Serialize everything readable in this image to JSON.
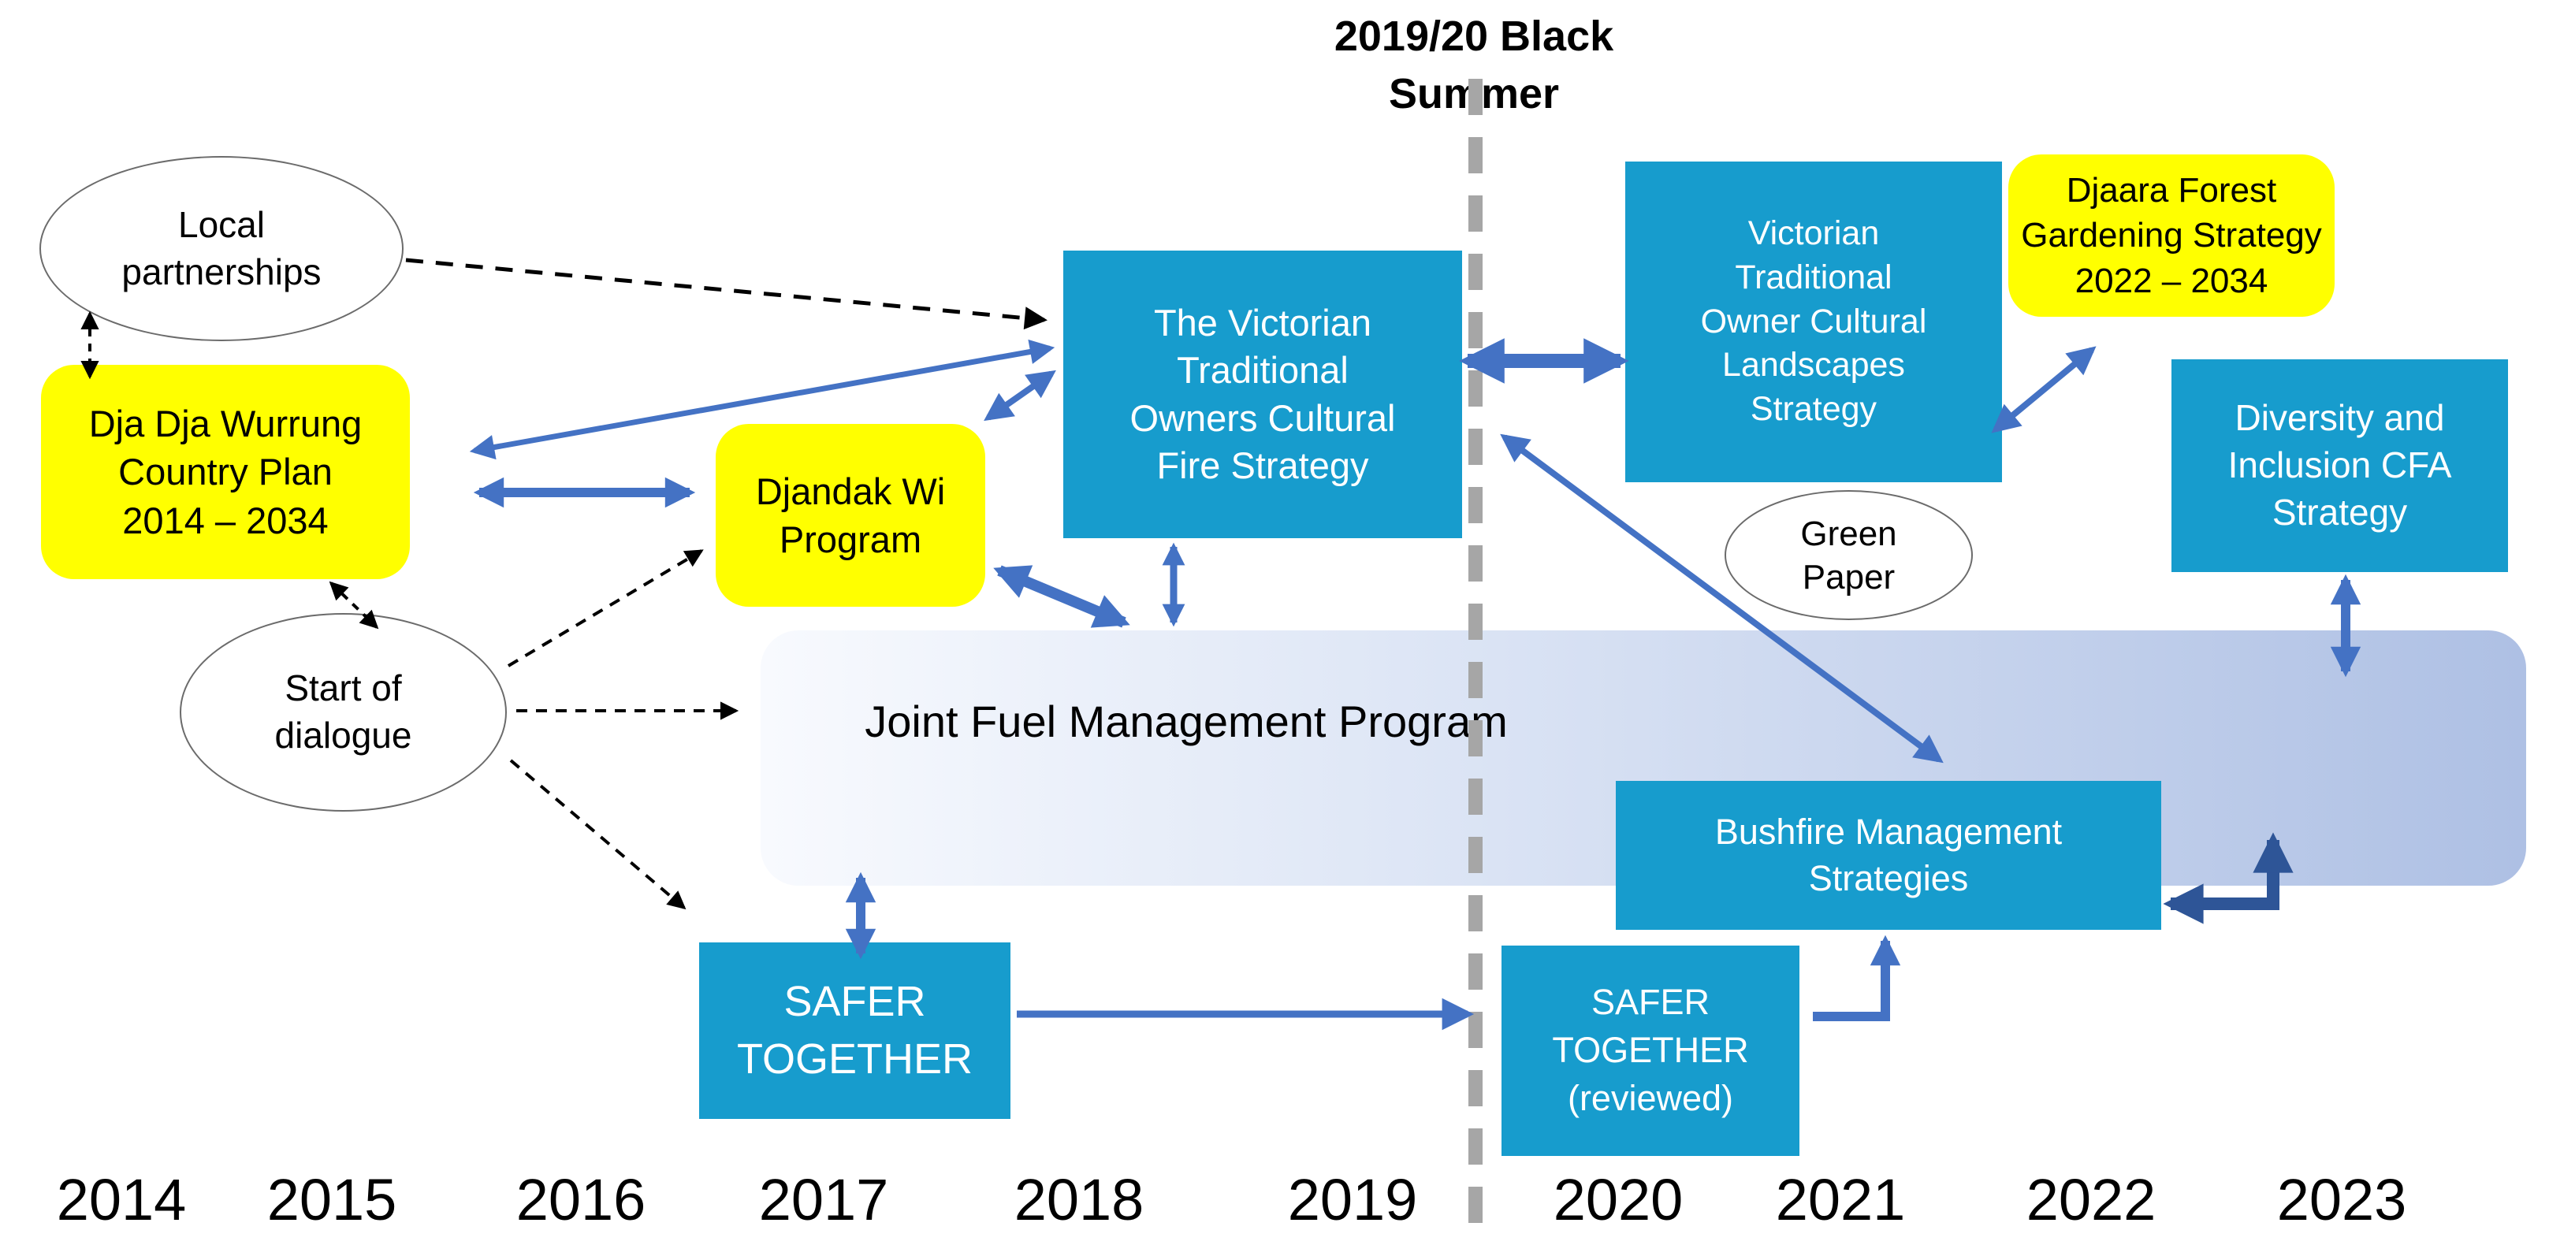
{
  "title": "2019/20 Black\nSummer",
  "nodes": {
    "local_partnerships": "Local\npartnerships",
    "country_plan": "Dja Dja Wurrung\nCountry Plan\n2014 – 2034",
    "start_of_dialogue": "Start of\ndialogue",
    "djandak_wi": "Djandak Wi\nProgram",
    "fire_strategy": "The Victorian\nTraditional\nOwners Cultural\nFire Strategy",
    "landscapes_strategy": "Victorian\nTraditional\nOwner Cultural\nLandscapes\nStrategy",
    "djaara_forest": "Djaara Forest\nGardening Strategy\n2022 – 2034",
    "diversity_cfa": "Diversity and\nInclusion CFA\nStrategy",
    "green_paper": "Green\nPaper",
    "jfmp": "Joint Fuel Management Program",
    "bushfire_strategies": "Bushfire Management\nStrategies",
    "safer_together": "SAFER\nTOGETHER",
    "safer_together_reviewed": "SAFER\nTOGETHER\n(reviewed)"
  },
  "timeline": {
    "years": [
      "2014",
      "2015",
      "2016",
      "2017",
      "2018",
      "2019",
      "2020",
      "2021",
      "2022",
      "2023"
    ]
  },
  "connections": [
    {
      "from": "local_partnerships",
      "to": "country_plan",
      "style": "black-dashed-double"
    },
    {
      "from": "local_partnerships",
      "to": "fire_strategy",
      "style": "black-dashed"
    },
    {
      "from": "country_plan",
      "to": "start_of_dialogue",
      "style": "black-dashed-double"
    },
    {
      "from": "start_of_dialogue",
      "to": "djandak_wi",
      "style": "black-dashed"
    },
    {
      "from": "start_of_dialogue",
      "to": "jfmp",
      "style": "black-dashed"
    },
    {
      "from": "start_of_dialogue",
      "to": "safer_together",
      "style": "black-dashed"
    },
    {
      "from": "country_plan",
      "to": "fire_strategy",
      "style": "blue-double"
    },
    {
      "from": "country_plan",
      "to": "djandak_wi",
      "style": "blue-double-thick"
    },
    {
      "from": "djandak_wi",
      "to": "fire_strategy",
      "style": "blue-double"
    },
    {
      "from": "djandak_wi",
      "to": "jfmp",
      "style": "blue-double-thick"
    },
    {
      "from": "fire_strategy",
      "to": "jfmp",
      "style": "blue-double"
    },
    {
      "from": "fire_strategy",
      "to": "landscapes_strategy",
      "style": "blue-double-thick"
    },
    {
      "from": "fire_strategy",
      "to": "bushfire_strategies",
      "style": "blue-double"
    },
    {
      "from": "landscapes_strategy",
      "to": "djaara_forest",
      "style": "blue-double"
    },
    {
      "from": "diversity_cfa",
      "to": "jfmp",
      "style": "blue-double"
    },
    {
      "from": "jfmp",
      "to": "safer_together",
      "style": "blue-double-thick"
    },
    {
      "from": "safer_together",
      "to": "safer_together_reviewed",
      "style": "blue-single"
    },
    {
      "from": "safer_together_reviewed",
      "to": "bushfire_strategies",
      "style": "blue-elbow"
    },
    {
      "from": "jfmp",
      "to": "bushfire_strategies",
      "style": "dark-blue-elbow-double"
    }
  ],
  "colors": {
    "cyan_box": "#179CCD",
    "yellow_box": "#FFFF00",
    "box_text": "#FFFFFF",
    "arrow_blue": "#4472C4",
    "arrow_dark_blue": "#2E5597",
    "dashed_black": "#000000",
    "divider_gray": "#A6A6A6",
    "bar_gradient_start": "#F8FAFE",
    "bar_gradient_end": "#AEC0E4"
  }
}
